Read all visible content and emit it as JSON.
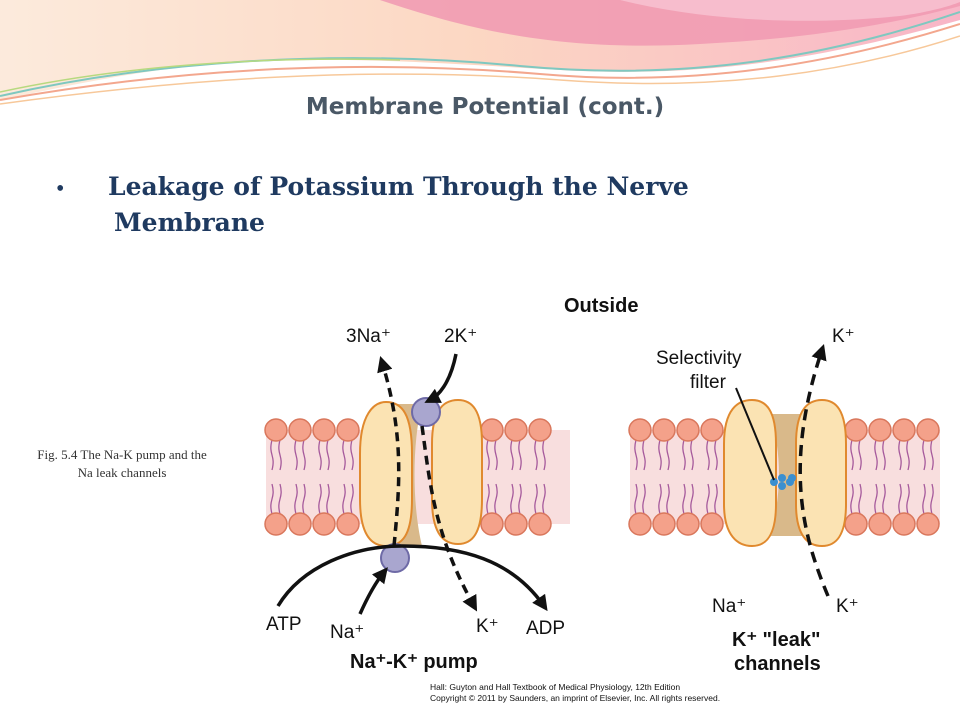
{
  "slide": {
    "title": "Membrane Potential  (cont.)",
    "bullet_marker": "•",
    "bullet_lines": [
      "Leakage of Potassium Through the Nerve",
      "Membrane"
    ]
  },
  "caption": {
    "lines": [
      "Fig. 5.4  The Na-K pump and the",
      "Na leak channels"
    ]
  },
  "figure": {
    "outside_label": "Outside",
    "pump": {
      "out_left": "3Na⁺",
      "in_right": "2K⁺",
      "atp": "ATP",
      "na_in": "Na⁺",
      "k_out": "K⁺",
      "adp": "ADP",
      "title": "Na⁺-K⁺ pump"
    },
    "channel": {
      "selectivity_line1": "Selectivity",
      "selectivity_line2": "filter",
      "k_top": "K⁺",
      "na_bottom": "Na⁺",
      "k_bottom": "K⁺",
      "title_line1": "K⁺ \"leak\"",
      "title_line2": "channels"
    },
    "credit_line1": "Hall: Guyton and Hall Textbook of Medical Physiology, 12th Edition",
    "credit_line2": "Copyright © 2011 by Saunders, an imprint of Elsevier, Inc. All rights reserved."
  },
  "colors": {
    "title": "#4a5866",
    "bullet": "#1f3a60",
    "lipid_head": "#f4a18a",
    "lipid_head_stroke": "#d9775c",
    "tail": "#a65a9c",
    "protein_fill": "#fbe3b3",
    "protein_stroke": "#e0892e",
    "pore": "#d9b98a",
    "ion_ball": "#a9a6cf",
    "filter": "#3a8fd0",
    "banner_pink": "#f19bb3",
    "banner_peach": "#f8c79a",
    "banner_teal": "#7fc8c0"
  }
}
